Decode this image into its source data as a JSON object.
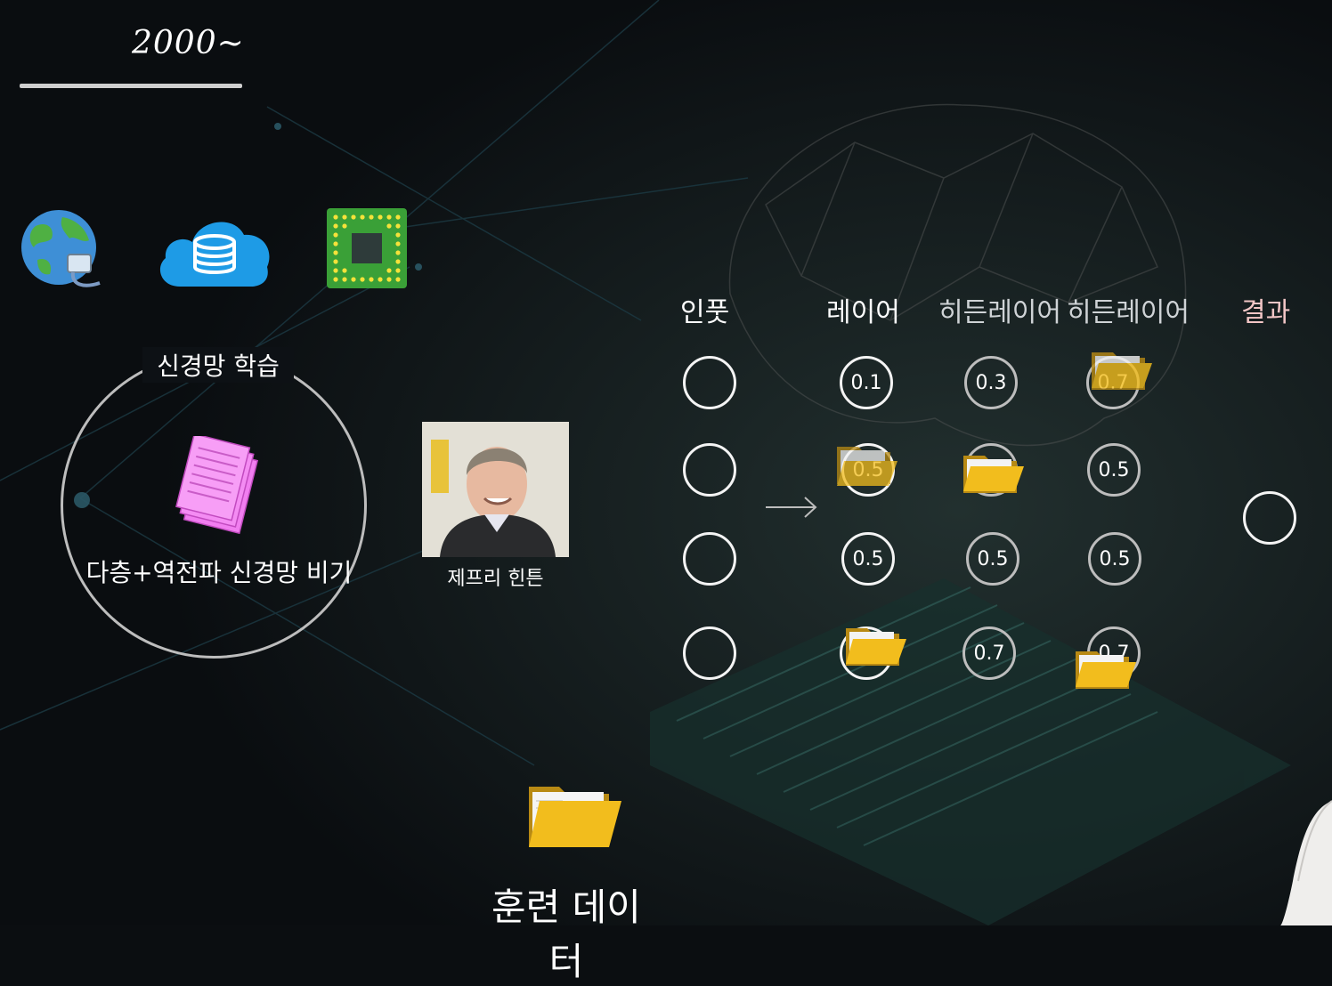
{
  "era": {
    "title": "2000~"
  },
  "ring": {
    "title": "신경망 학습",
    "label": "다층+역전파 신경망 비기"
  },
  "person": {
    "caption": "제프리 힌튼"
  },
  "network": {
    "headers": {
      "input": "인풋",
      "layer": "레이어",
      "hidden1": "히든레이어",
      "hidden2": "히든레이어",
      "output": "결과"
    },
    "layer_nodes": [
      "0.1",
      "0.5",
      "0.5",
      ""
    ],
    "hidden1_nodes": [
      "0.3",
      "",
      "0.5",
      "0.7"
    ],
    "hidden2_nodes": [
      "0.7",
      "0.5",
      "0.5",
      "0.7"
    ]
  },
  "training": {
    "label": "훈련 데이터"
  },
  "icons": [
    "globe-network-icon",
    "cloud-database-icon",
    "chip-icon",
    "documents-icon",
    "folder-icon",
    "arrow-right-icon"
  ],
  "colors": {
    "folder": "#f2bd1d",
    "docs": "#f17ef0",
    "cloud": "#1e9be6",
    "chip": "#3aa037"
  }
}
